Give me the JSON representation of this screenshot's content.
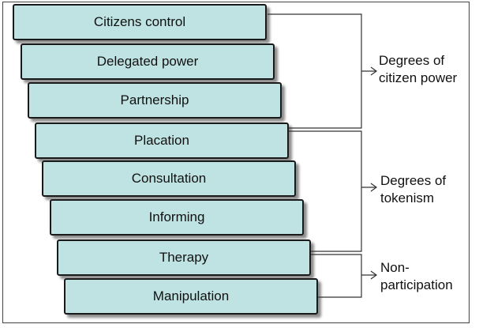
{
  "rungs": [
    "Citizens control",
    "Delegated power",
    "Partnership",
    "Placation",
    "Consultation",
    "Informing",
    "Therapy",
    "Manipulation"
  ],
  "groups": [
    {
      "line1": "Degrees of",
      "line2": "citizen power"
    },
    {
      "line1": "Degrees of",
      "line2": "tokenism"
    },
    {
      "line1": "Non-",
      "line2": "participation"
    }
  ],
  "colors": {
    "rung_fill": "#bfe3e2",
    "rung_border": "#1a1a1a",
    "connector": "#333333"
  }
}
